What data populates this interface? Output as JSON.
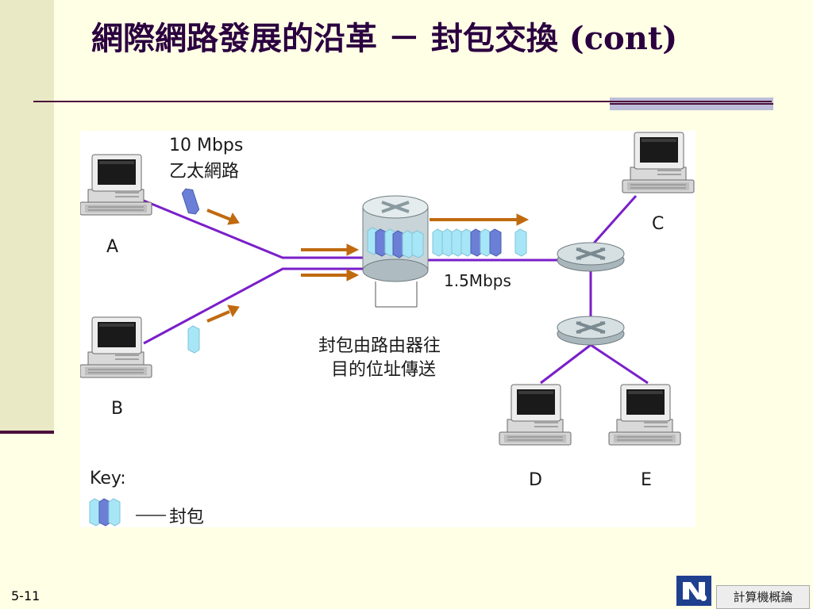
{
  "slide": {
    "title": "網際網路發展的沿革 － 封包交換 (cont)",
    "slide_number": "5-11",
    "course_label": "計算機概論"
  },
  "diagram": {
    "ethernet_speed": "10 Mbps",
    "ethernet_label": "乙太網路",
    "link_speed": "1.5Mbps",
    "router_caption_line1": "封包由路由器往",
    "router_caption_line2": "目的位址傳送",
    "nodes": [
      "A",
      "B",
      "C",
      "D",
      "E"
    ],
    "key_title": "Key:",
    "key_item": "封包",
    "colors": {
      "link": "#7A1FC9",
      "arrow": "#C06A10",
      "packet_light": "#A7E6F6",
      "packet_dark": "#6C7FD6",
      "router": "#C8D4D8"
    }
  }
}
